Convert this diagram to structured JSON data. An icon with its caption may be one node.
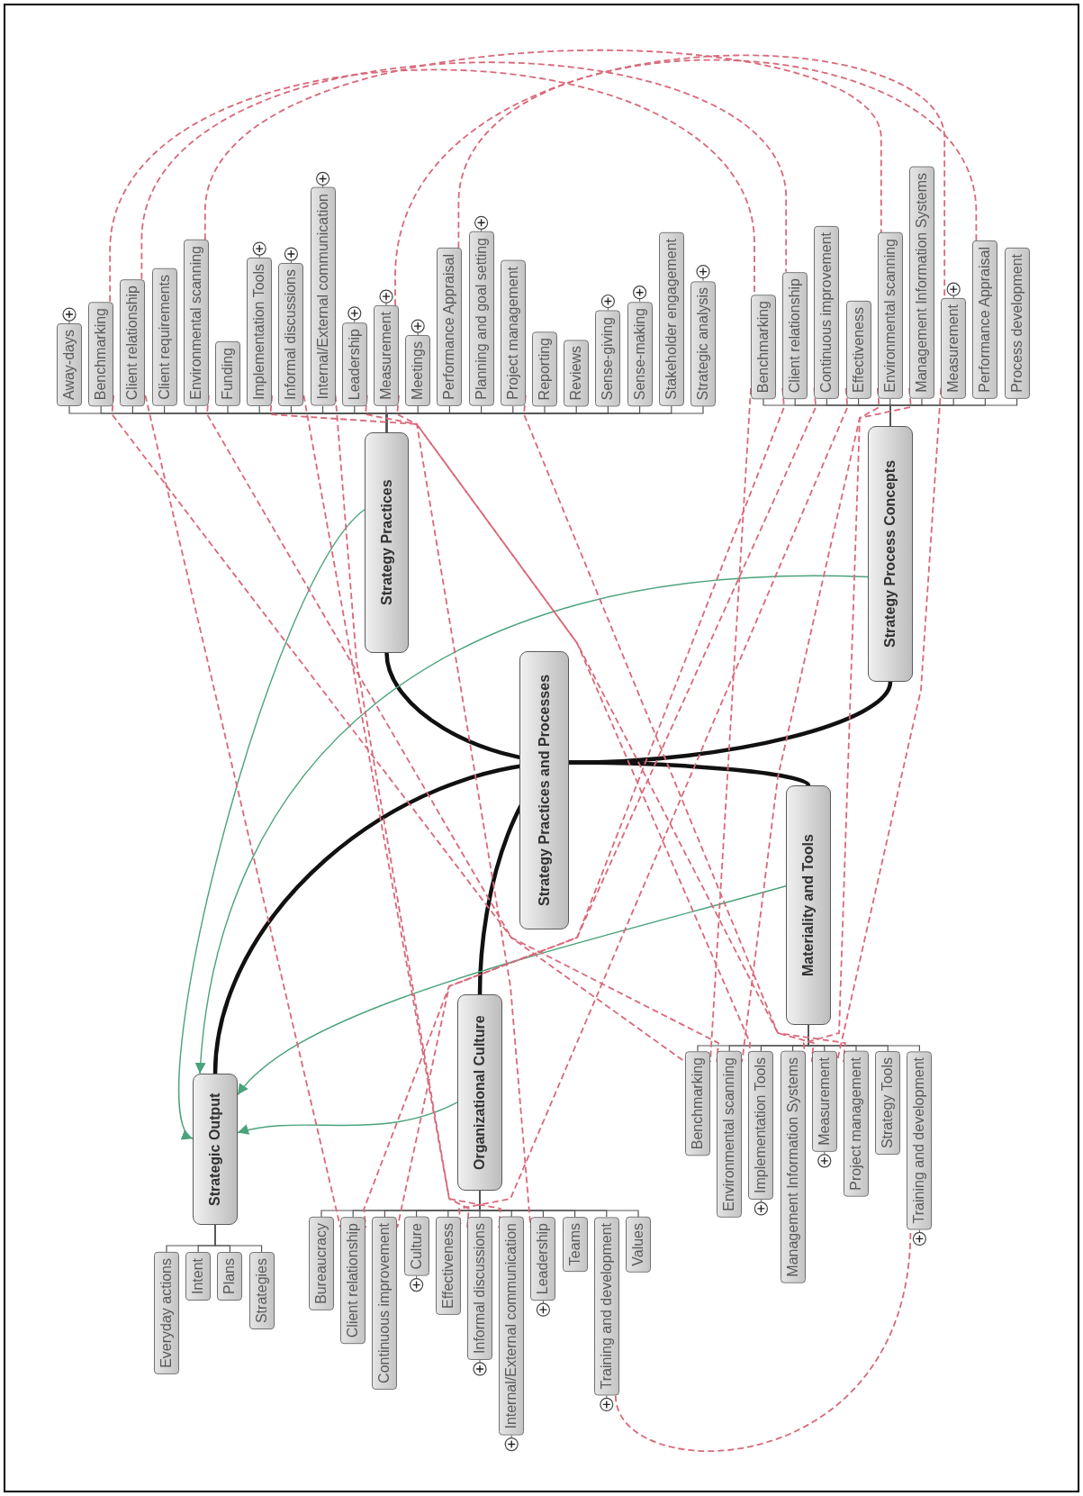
{
  "diagram": {
    "nodes": [
      {
        "text": [
          "Strategy Practices and Processes"
        ]
      },
      {
        "text": [
          "Strategy Practices"
        ]
      },
      {
        "text": [
          "Strategy Process Concepts"
        ]
      },
      {
        "text": [
          "Materiality and Tools"
        ]
      },
      {
        "text": [
          "Organizational Culture"
        ]
      },
      {
        "text": [
          "Strategic Output"
        ]
      },
      {
        "text": [
          "Away-days"
        ]
      },
      {
        "text": [
          "Benchmarking"
        ]
      },
      {
        "text": [
          "Client relationship"
        ]
      },
      {
        "text": [
          "Client requirements"
        ]
      },
      {
        "text": [
          "Environmental scanning"
        ]
      },
      {
        "text": [
          "Funding"
        ]
      },
      {
        "text": [
          "Implementation Tools"
        ]
      },
      {
        "text": [
          "Informal discussions"
        ]
      },
      {
        "text": [
          "Internal/External communication"
        ]
      },
      {
        "text": [
          "Leadership"
        ]
      },
      {
        "text": [
          "Measurement"
        ]
      },
      {
        "text": [
          "Meetings"
        ]
      },
      {
        "text": [
          "Performance Appraisal"
        ]
      },
      {
        "text": [
          "Planning and goal setting"
        ]
      },
      {
        "text": [
          "Project management"
        ]
      },
      {
        "text": [
          "Reporting"
        ]
      },
      {
        "text": [
          "Reviews"
        ]
      },
      {
        "text": [
          "Sense-giving"
        ]
      },
      {
        "text": [
          "Sense-making"
        ]
      },
      {
        "text": [
          "Stakeholder engagement"
        ]
      },
      {
        "text": [
          "Strategic analysis"
        ]
      },
      {
        "text": [
          "Benchmarking"
        ]
      },
      {
        "text": [
          "Client relationship"
        ]
      },
      {
        "text": [
          "Continuous improvement"
        ]
      },
      {
        "text": [
          "Effectiveness"
        ]
      },
      {
        "text": [
          "Environmental scanning"
        ]
      },
      {
        "text": [
          "Management Information Systems"
        ]
      },
      {
        "text": [
          "Measurement"
        ]
      },
      {
        "text": [
          "Performance Appraisal"
        ]
      },
      {
        "text": [
          "Process development"
        ]
      },
      {
        "text": [
          "Benchmarking"
        ]
      },
      {
        "text": [
          "Environmental scanning"
        ]
      },
      {
        "text": [
          "Implementation Tools"
        ]
      },
      {
        "text": [
          "Management Information Systems"
        ]
      },
      {
        "text": [
          "Measurement"
        ]
      },
      {
        "text": [
          "Project management"
        ]
      },
      {
        "text": [
          "Strategy Tools"
        ]
      },
      {
        "text": [
          "Training and development"
        ]
      },
      {
        "text": [
          "Bureaucracy"
        ]
      },
      {
        "text": [
          "Client relationship"
        ]
      },
      {
        "text": [
          "Continuous improvement"
        ]
      },
      {
        "text": [
          "Culture"
        ]
      },
      {
        "text": [
          "Effectiveness"
        ]
      },
      {
        "text": [
          "Informal discussions"
        ]
      },
      {
        "text": [
          "Internal/External communication"
        ]
      },
      {
        "text": [
          "Leadership"
        ]
      },
      {
        "text": [
          "Teams"
        ]
      },
      {
        "text": [
          "Training and development"
        ]
      },
      {
        "text": [
          "Values"
        ]
      },
      {
        "text": [
          "Everyday actions"
        ]
      },
      {
        "text": [
          "Intent"
        ]
      },
      {
        "text": [
          "Plans"
        ]
      },
      {
        "text": [
          "Strategies"
        ]
      }
    ],
    "edges": [
      {
        "from": 0,
        "to": 1,
        "arrow": "none",
        "style": "thick"
      },
      {
        "from": 0,
        "to": 2,
        "arrow": "none",
        "style": "thick"
      },
      {
        "from": 0,
        "to": 3,
        "arrow": "none",
        "style": "thick"
      },
      {
        "from": 0,
        "to": 4,
        "arrow": "none",
        "style": "thick"
      },
      {
        "from": 0,
        "to": 5,
        "arrow": "none",
        "style": "thick"
      },
      {
        "from": 1,
        "to": 6,
        "arrow": "none"
      },
      {
        "from": 1,
        "to": 7,
        "arrow": "none"
      },
      {
        "from": 1,
        "to": 8,
        "arrow": "none"
      },
      {
        "from": 1,
        "to": 9,
        "arrow": "none"
      },
      {
        "from": 1,
        "to": 10,
        "arrow": "none"
      },
      {
        "from": 1,
        "to": 11,
        "arrow": "none"
      },
      {
        "from": 1,
        "to": 12,
        "arrow": "none"
      },
      {
        "from": 1,
        "to": 13,
        "arrow": "none"
      },
      {
        "from": 1,
        "to": 14,
        "arrow": "none"
      },
      {
        "from": 1,
        "to": 15,
        "arrow": "none"
      },
      {
        "from": 1,
        "to": 16,
        "arrow": "none"
      },
      {
        "from": 1,
        "to": 17,
        "arrow": "none"
      },
      {
        "from": 1,
        "to": 18,
        "arrow": "none"
      },
      {
        "from": 1,
        "to": 19,
        "arrow": "none"
      },
      {
        "from": 1,
        "to": 20,
        "arrow": "none"
      },
      {
        "from": 1,
        "to": 21,
        "arrow": "none"
      },
      {
        "from": 1,
        "to": 22,
        "arrow": "none"
      },
      {
        "from": 1,
        "to": 23,
        "arrow": "none"
      },
      {
        "from": 1,
        "to": 24,
        "arrow": "none"
      },
      {
        "from": 1,
        "to": 25,
        "arrow": "none"
      },
      {
        "from": 1,
        "to": 26,
        "arrow": "none"
      },
      {
        "from": 2,
        "to": 27,
        "arrow": "none"
      },
      {
        "from": 2,
        "to": 28,
        "arrow": "none"
      },
      {
        "from": 2,
        "to": 29,
        "arrow": "none"
      },
      {
        "from": 2,
        "to": 30,
        "arrow": "none"
      },
      {
        "from": 2,
        "to": 31,
        "arrow": "none"
      },
      {
        "from": 2,
        "to": 32,
        "arrow": "none"
      },
      {
        "from": 2,
        "to": 33,
        "arrow": "none"
      },
      {
        "from": 2,
        "to": 34,
        "arrow": "none"
      },
      {
        "from": 2,
        "to": 35,
        "arrow": "none"
      },
      {
        "from": 3,
        "to": 36,
        "arrow": "none"
      },
      {
        "from": 3,
        "to": 37,
        "arrow": "none"
      },
      {
        "from": 3,
        "to": 38,
        "arrow": "none"
      },
      {
        "from": 3,
        "to": 39,
        "arrow": "none"
      },
      {
        "from": 3,
        "to": 40,
        "arrow": "none"
      },
      {
        "from": 3,
        "to": 41,
        "arrow": "none"
      },
      {
        "from": 3,
        "to": 42,
        "arrow": "none"
      },
      {
        "from": 3,
        "to": 43,
        "arrow": "none"
      },
      {
        "from": 4,
        "to": 44,
        "arrow": "none"
      },
      {
        "from": 4,
        "to": 45,
        "arrow": "none"
      },
      {
        "from": 4,
        "to": 46,
        "arrow": "none"
      },
      {
        "from": 4,
        "to": 47,
        "arrow": "none"
      },
      {
        "from": 4,
        "to": 48,
        "arrow": "none"
      },
      {
        "from": 4,
        "to": 49,
        "arrow": "none"
      },
      {
        "from": 4,
        "to": 50,
        "arrow": "none"
      },
      {
        "from": 4,
        "to": 51,
        "arrow": "none"
      },
      {
        "from": 4,
        "to": 52,
        "arrow": "none"
      },
      {
        "from": 4,
        "to": 53,
        "arrow": "none"
      },
      {
        "from": 4,
        "to": 54,
        "arrow": "none"
      },
      {
        "from": 5,
        "to": 55,
        "arrow": "none"
      },
      {
        "from": 5,
        "to": 56,
        "arrow": "none"
      },
      {
        "from": 5,
        "to": 57,
        "arrow": "none"
      },
      {
        "from": 5,
        "to": 58,
        "arrow": "none"
      },
      {
        "from": 1,
        "to": 5,
        "arrow": "to",
        "color": "#4aa37a"
      },
      {
        "from": 2,
        "to": 5,
        "arrow": "to",
        "color": "#4aa37a"
      },
      {
        "from": 3,
        "to": 5,
        "arrow": "to",
        "color": "#4aa37a"
      },
      {
        "from": 4,
        "to": 5,
        "arrow": "to",
        "color": "#4aa37a"
      },
      {
        "from": 7,
        "to": 27,
        "arrow": "none",
        "style": "dashed",
        "color": "#d9687a"
      },
      {
        "from": 8,
        "to": 28,
        "arrow": "none",
        "style": "dashed",
        "color": "#d9687a"
      },
      {
        "from": 10,
        "to": 31,
        "arrow": "none",
        "style": "dashed",
        "color": "#d9687a"
      },
      {
        "from": 16,
        "to": 33,
        "arrow": "none",
        "style": "dashed",
        "color": "#d9687a"
      },
      {
        "from": 18,
        "to": 34,
        "arrow": "none",
        "style": "dashed",
        "color": "#d9687a"
      },
      {
        "from": 7,
        "to": 36,
        "arrow": "none",
        "style": "dashed",
        "color": "#d9687a"
      },
      {
        "from": 8,
        "to": 45,
        "arrow": "none",
        "style": "dashed",
        "color": "#d9687a"
      },
      {
        "from": 10,
        "to": 37,
        "arrow": "none",
        "style": "dashed",
        "color": "#d9687a"
      },
      {
        "from": 12,
        "to": 38,
        "arrow": "none",
        "style": "dashed",
        "color": "#d9687a"
      },
      {
        "from": 13,
        "to": 49,
        "arrow": "none",
        "style": "dashed",
        "color": "#d9687a"
      },
      {
        "from": 14,
        "to": 50,
        "arrow": "none",
        "style": "dashed",
        "color": "#d9687a"
      },
      {
        "from": 15,
        "to": 51,
        "arrow": "none",
        "style": "dashed",
        "color": "#d9687a"
      },
      {
        "from": 16,
        "to": 40,
        "arrow": "none",
        "style": "dashed",
        "color": "#d9687a"
      },
      {
        "from": 20,
        "to": 41,
        "arrow": "none",
        "style": "dashed",
        "color": "#d9687a"
      },
      {
        "from": 27,
        "to": 36,
        "arrow": "none",
        "style": "dashed",
        "color": "#d9687a"
      },
      {
        "from": 28,
        "to": 45,
        "arrow": "none",
        "style": "dashed",
        "color": "#d9687a"
      },
      {
        "from": 29,
        "to": 46,
        "arrow": "none",
        "style": "dashed",
        "color": "#d9687a"
      },
      {
        "from": 30,
        "to": 48,
        "arrow": "none",
        "style": "dashed",
        "color": "#d9687a"
      },
      {
        "from": 31,
        "to": 37,
        "arrow": "none",
        "style": "dashed",
        "color": "#d9687a"
      },
      {
        "from": 32,
        "to": 39,
        "arrow": "none",
        "style": "dashed",
        "color": "#d9687a"
      },
      {
        "from": 33,
        "to": 40,
        "arrow": "none",
        "style": "dashed",
        "color": "#d9687a"
      },
      {
        "from": 53,
        "to": 43,
        "arrow": "none",
        "style": "dashed",
        "color": "#d9687a"
      }
    ]
  }
}
